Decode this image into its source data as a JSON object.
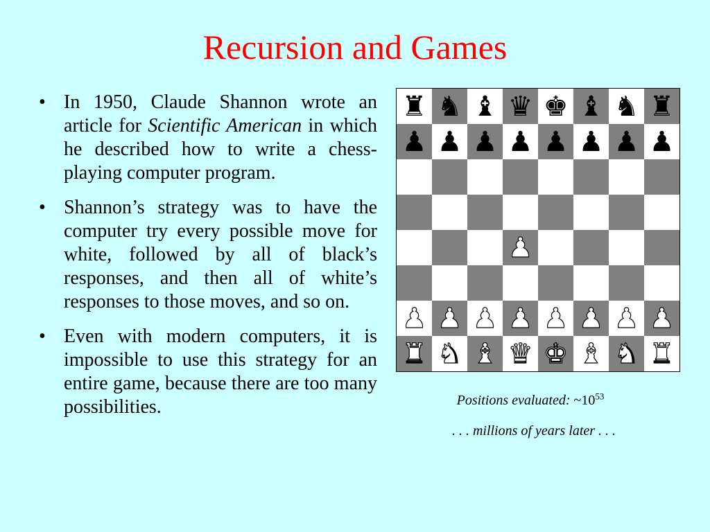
{
  "title": "Recursion and Games",
  "bullet_marker": "•",
  "bullets": [
    {
      "before": "In 1950, Claude Shannon wrote an article for ",
      "emph": "Scientific American",
      "after": " in which he described how to write a chess-playing computer program."
    },
    {
      "before": "Shannon’s strategy was to have the computer try every possible move for white, followed by all of black’s responses, and then all of white’s responses to those moves, and so on.",
      "emph": "",
      "after": ""
    },
    {
      "before": "Even with modern computers, it is impossible to use this strategy for an entire game, because there are too many possibilities.",
      "emph": "",
      "after": ""
    }
  ],
  "board": {
    "light_color": "#ffffff",
    "dark_color": "#808080",
    "ranks": [
      [
        "br",
        "bn",
        "bb",
        "bq",
        "bk",
        "bb",
        "bn",
        "br"
      ],
      [
        "bp",
        "bp",
        "bp",
        "bp",
        "bp",
        "bp",
        "bp",
        "bp"
      ],
      [
        "",
        "",
        "",
        "",
        "",
        "",
        "",
        ""
      ],
      [
        "",
        "",
        "",
        "",
        "",
        "",
        "",
        ""
      ],
      [
        "",
        "",
        "",
        "wp",
        "",
        "",
        "",
        ""
      ],
      [
        "",
        "",
        "",
        "",
        "",
        "",
        "",
        ""
      ],
      [
        "wp",
        "wp",
        "wp",
        "wp",
        "wp",
        "wp",
        "wp",
        "wp"
      ],
      [
        "wr",
        "wn",
        "wb",
        "wq",
        "wk",
        "wb",
        "wn",
        "wr"
      ]
    ]
  },
  "caption": {
    "label": "Positions evaluated: ",
    "tilde": "~",
    "base": "10",
    "exponent": "53",
    "later": ". . . millions of years later . . ."
  }
}
